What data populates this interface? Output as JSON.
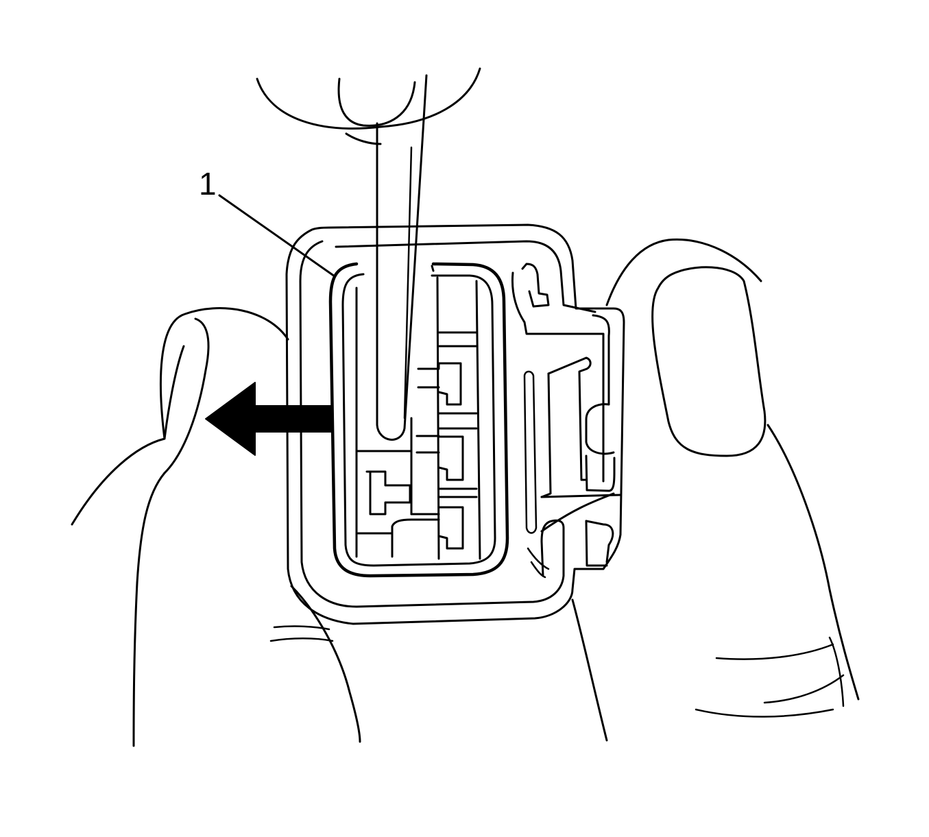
{
  "figure": {
    "callouts": [
      {
        "label": "1",
        "target": "connector-position-assurance-lock"
      }
    ],
    "arrow": {
      "direction": "left"
    },
    "colors": {
      "line": "#000000",
      "background": "#ffffff"
    }
  }
}
